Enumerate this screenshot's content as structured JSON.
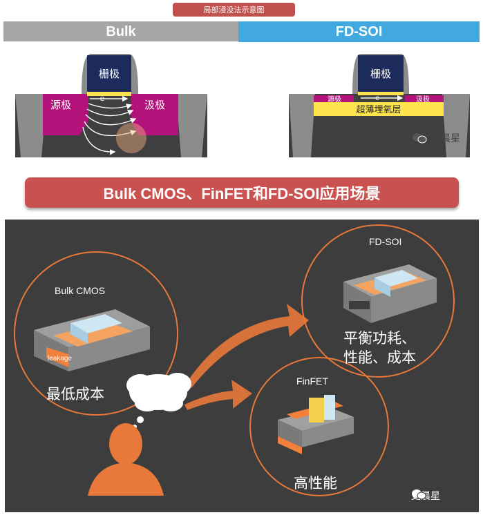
{
  "top": {
    "banner": "局部浸没法示意图",
    "bulk_label": "Bulk",
    "fdsoi_label": "FD-SOI",
    "bulk_gate": "栅极",
    "bulk_source": "源极",
    "bulk_drain": "汲极",
    "bulk_carrier": "e-",
    "fd_gate": "栅极",
    "fd_source": "源极",
    "fd_drain": "汲极",
    "fd_carrier": "e-",
    "fd_box": "超薄埋氧层",
    "watermark": "史晨星"
  },
  "middle": {
    "title": "Bulk CMOS、FinFET和FD-SOI应用场景"
  },
  "bottom": {
    "bulk_cmos": {
      "title": "Bulk CMOS",
      "leak": "leakage",
      "caption": "最低成本"
    },
    "fdsoi": {
      "title": "FD-SOI",
      "caption_line1": "平衡功耗、",
      "caption_line2": "性能、成本"
    },
    "finfet": {
      "title": "FinFET",
      "caption": "高性能"
    },
    "watermark": "史晨星"
  },
  "colors": {
    "banner_red": "#c0504d",
    "bulk_gray": "#a6a6a6",
    "fdsoi_blue": "#41a9df",
    "gate_navy": "#1c2a5c",
    "source_magenta": "#b3127a",
    "gate_oxide_yellow": "#ffe54d",
    "panel_dark": "#3d3d3d",
    "accent_orange": "#e8793a"
  }
}
